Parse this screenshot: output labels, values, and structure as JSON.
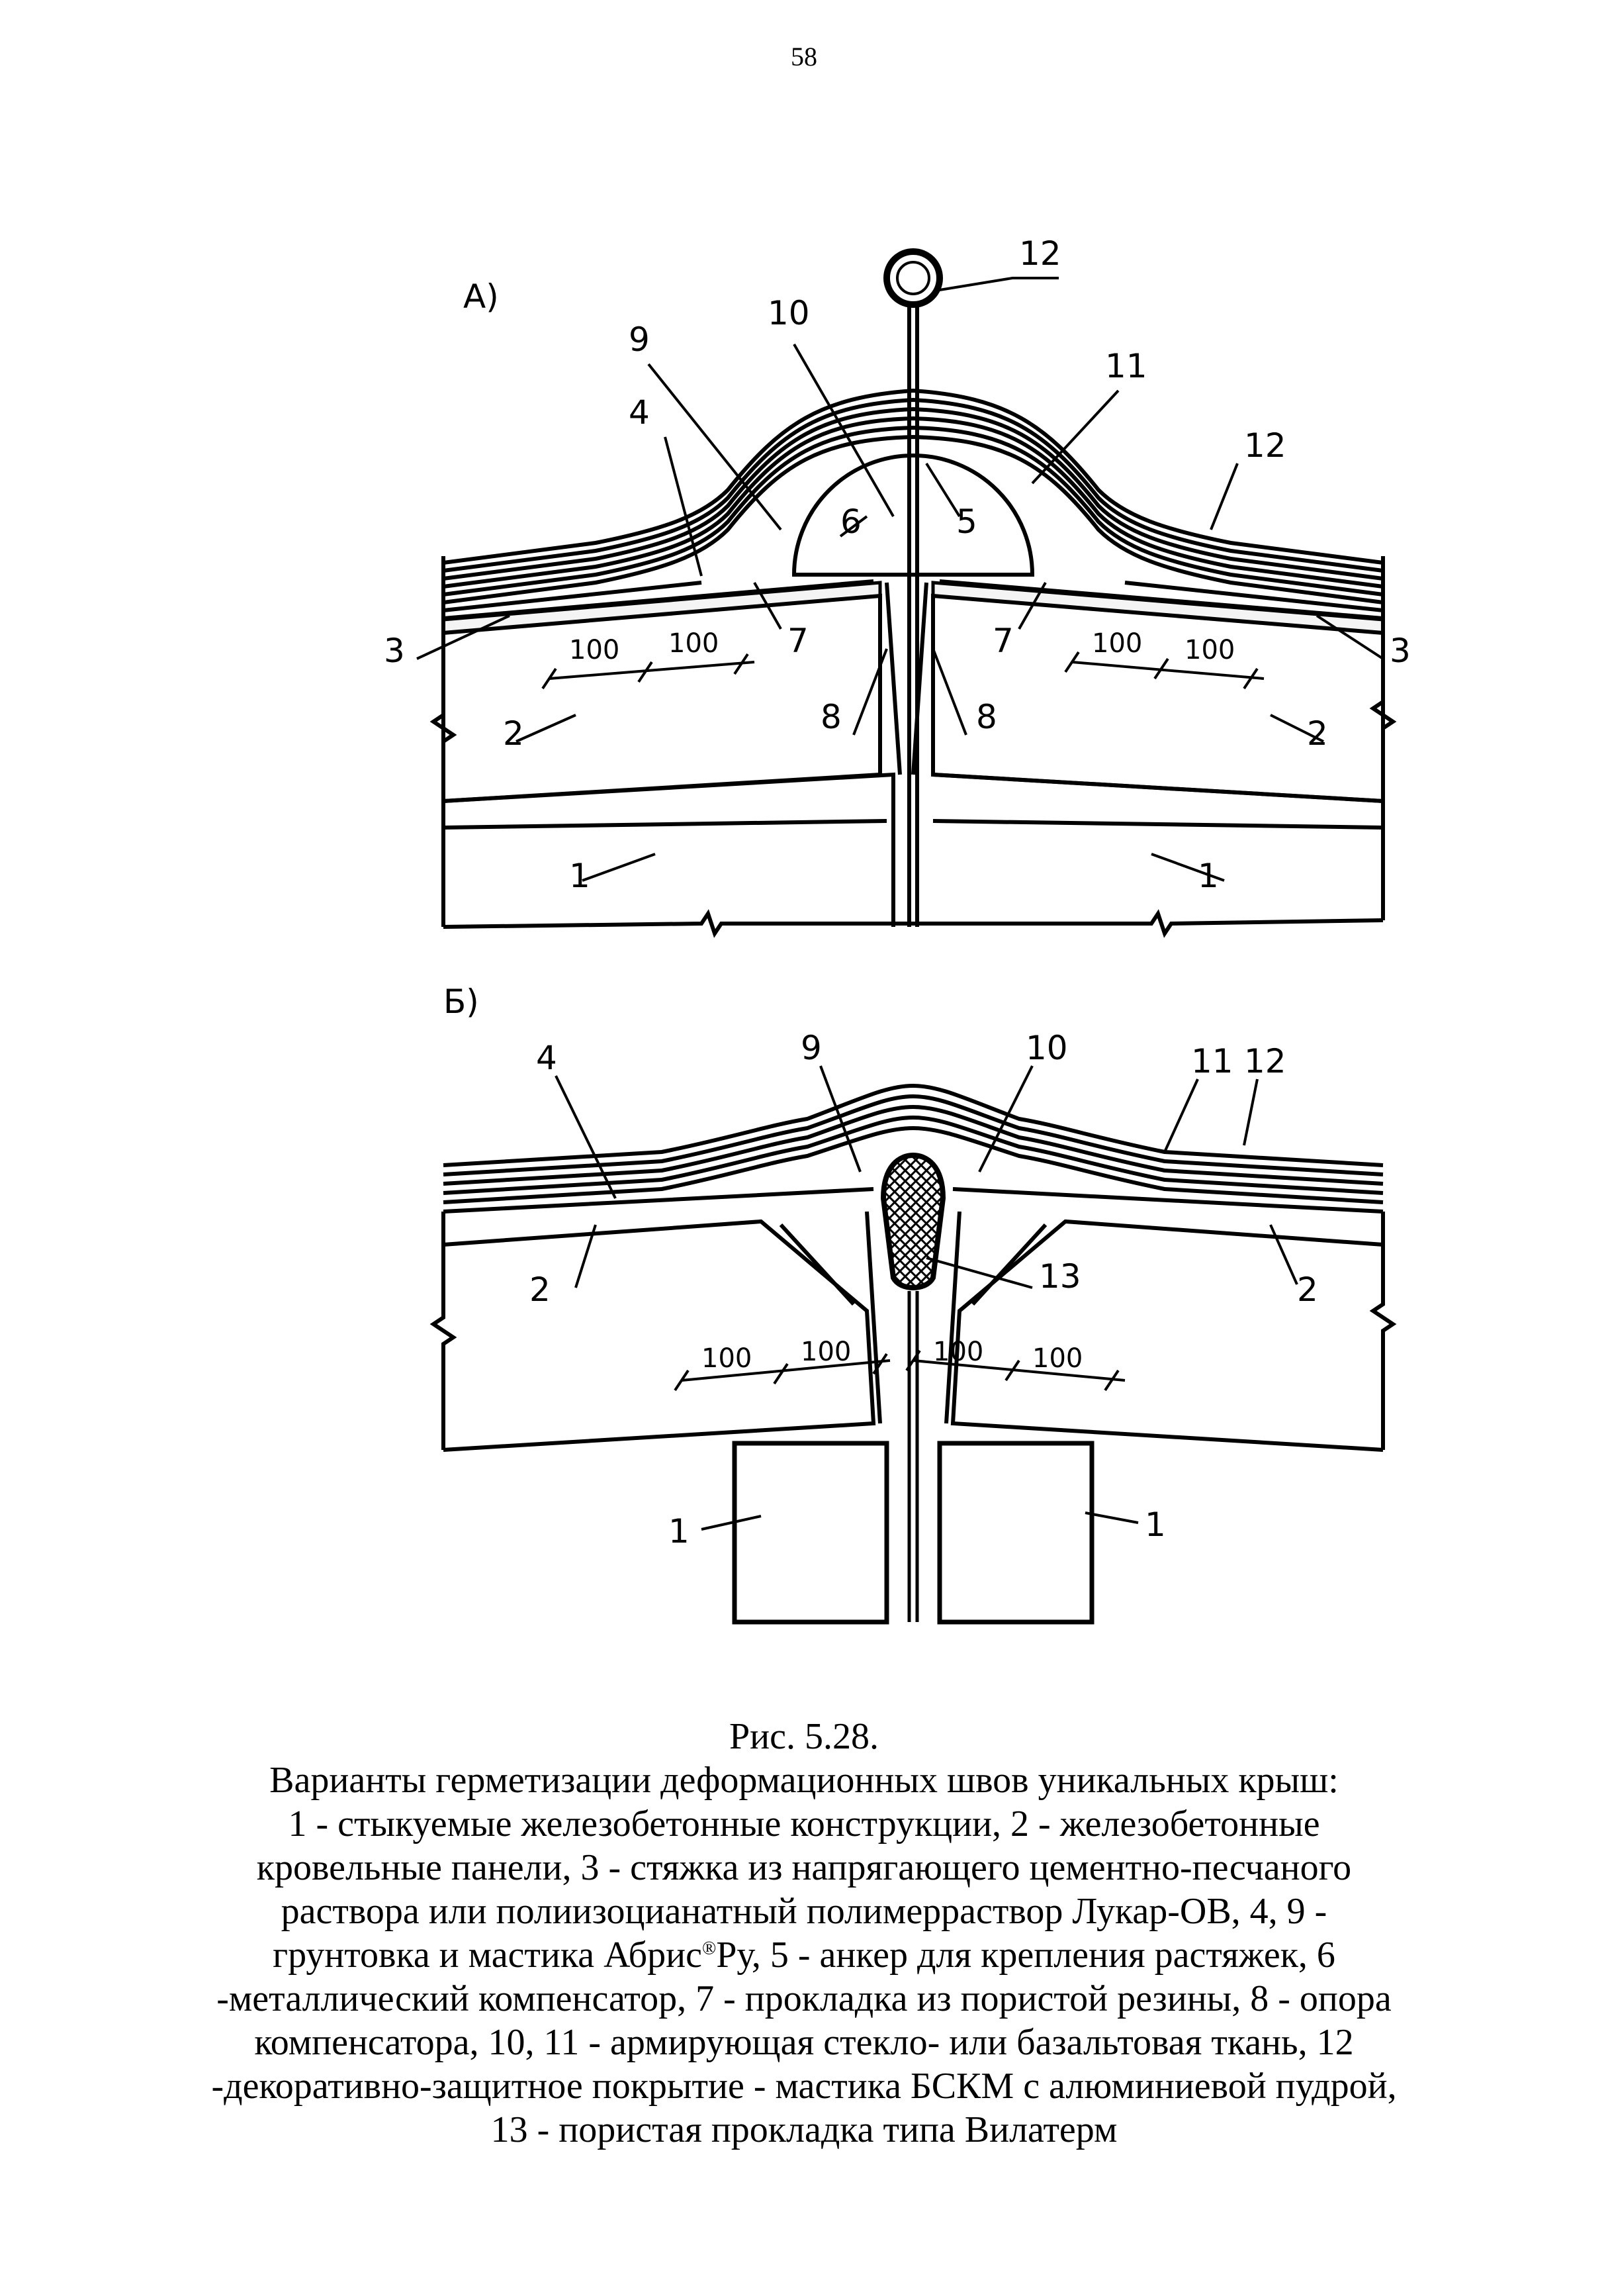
{
  "page_number": "58",
  "figure_a": {
    "variant_label": "А)",
    "callouts": [
      "12",
      "10",
      "9",
      "11",
      "4",
      "12",
      "6",
      "5",
      "3",
      "7",
      "7",
      "3",
      "8",
      "8",
      "2",
      "2",
      "1",
      "1"
    ],
    "dimension_left": [
      "100",
      "100"
    ],
    "dimension_right": [
      "100",
      "100"
    ]
  },
  "figure_b": {
    "variant_label": "Б)",
    "callouts": [
      "4",
      "9",
      "10",
      "11",
      "12",
      "2",
      "13",
      "2",
      "1",
      "1"
    ],
    "dimension_left": [
      "100",
      "100"
    ],
    "dimension_right": [
      "100",
      "100"
    ]
  },
  "caption": {
    "figure_number": "Рис. 5.28.",
    "title": "Варианты герметизации деформационных швов уникальных крыш:",
    "legend_part1": "1 - стыкуемые железобетонные конструкции, 2 - железобетонные кровельные панели, 3 - стяжка из напрягающего цементно-песчаного раствора или полиизоцианатный полимерраствор Лукар-ОВ, 4, 9 - грунтовка и мастика Абрис",
    "registered_mark": "®",
    "legend_part2": "Ру, 5 - анкер для крепления растяжек, 6 -металлический компенсатор, 7 - прокладка из пористой резины, 8 - опора компенсатора, 10, 11 - армирующая стекло- или базальтовая ткань, 12 -декоративно-защитное покрытие - мастика БСКМ с алюминиевой пудрой, 13 - пористая прокладка типа Вилатерм"
  }
}
